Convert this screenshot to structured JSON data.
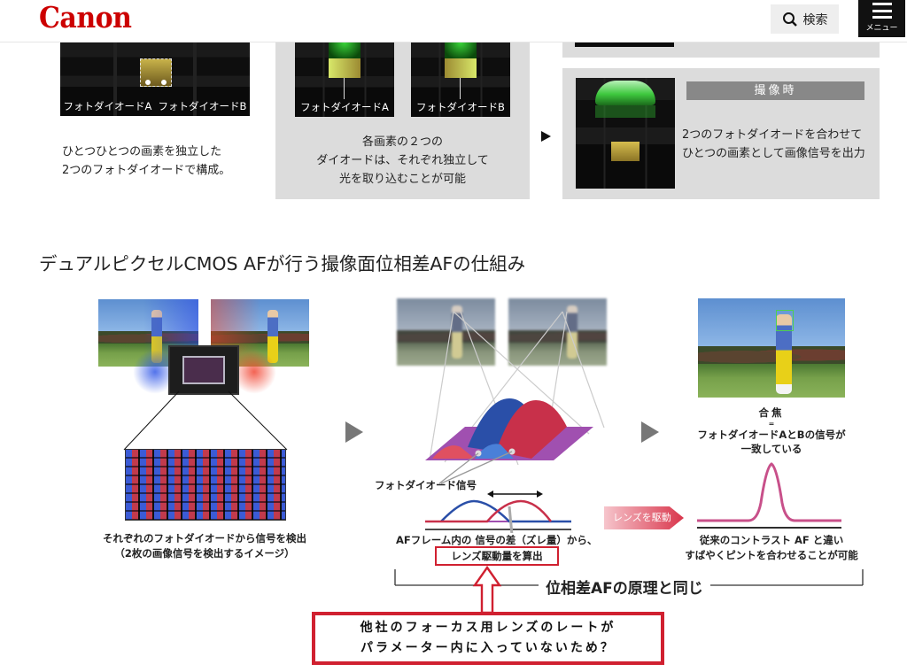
{
  "header": {
    "logo": "Canon",
    "search_label": "検索",
    "menu_label": "メニュー"
  },
  "top_section": {
    "panel1": {
      "image_label_a": "フォトダイオードA",
      "image_label_b": "フォトダイオードB",
      "caption_line1": "ひとつひとつの画素を独立した",
      "caption_line2": "2つのフォトダイオードで構成。"
    },
    "panel2": {
      "image_label_a": "フォトダイオードA",
      "image_label_b": "フォトダイオードB",
      "caption_line1": "各画素の２つの",
      "caption_line2": "ダイオードは、それぞれ独立して",
      "caption_line3": "光を取り込むことが可能"
    },
    "panel3": {
      "badge": "撮像時",
      "caption_line1": "2つのフォトダイオードを合わせて",
      "caption_line2": "ひとつの画素として画像信号を出力"
    }
  },
  "af_section": {
    "title": "デュアルピクセルCMOS AFが行う撮像面位相差AFの仕組み",
    "step1": {
      "caption_line1": "それぞれのフォトダイオードから信号を検出",
      "caption_line2": "（2枚の画像信号を検出するイメージ）"
    },
    "step2": {
      "signal_label": "フォトダイオード信号",
      "caption_line1": "AFフレーム内の 信号の差（ズレ量）から、",
      "highlight": "レンズ駆動量を算出"
    },
    "step3": {
      "focus_title": "合焦",
      "equals": "=",
      "focus_line1": "フォトダイオードAとBの信号が",
      "focus_line2": "一致している",
      "lens_drive_label": "レンズを駆動",
      "caption_line1": "従来のコントラスト AF と違い",
      "caption_line2": "すばやくピントを合わせることが可能"
    },
    "principle_label": "位相差AFの原理と同じ",
    "annotation": {
      "line1": "他社のフォーカス用レンズのレートが",
      "line2": "パラメーター内に入っていないため？"
    }
  },
  "colors": {
    "brand_red": "#cc0000",
    "annotation_red": "#d02030",
    "panel_gray": "#dcdcdc",
    "signal_blue": "#2a4fa8",
    "signal_red": "#c8304a",
    "signal_pink": "#c8508a"
  }
}
